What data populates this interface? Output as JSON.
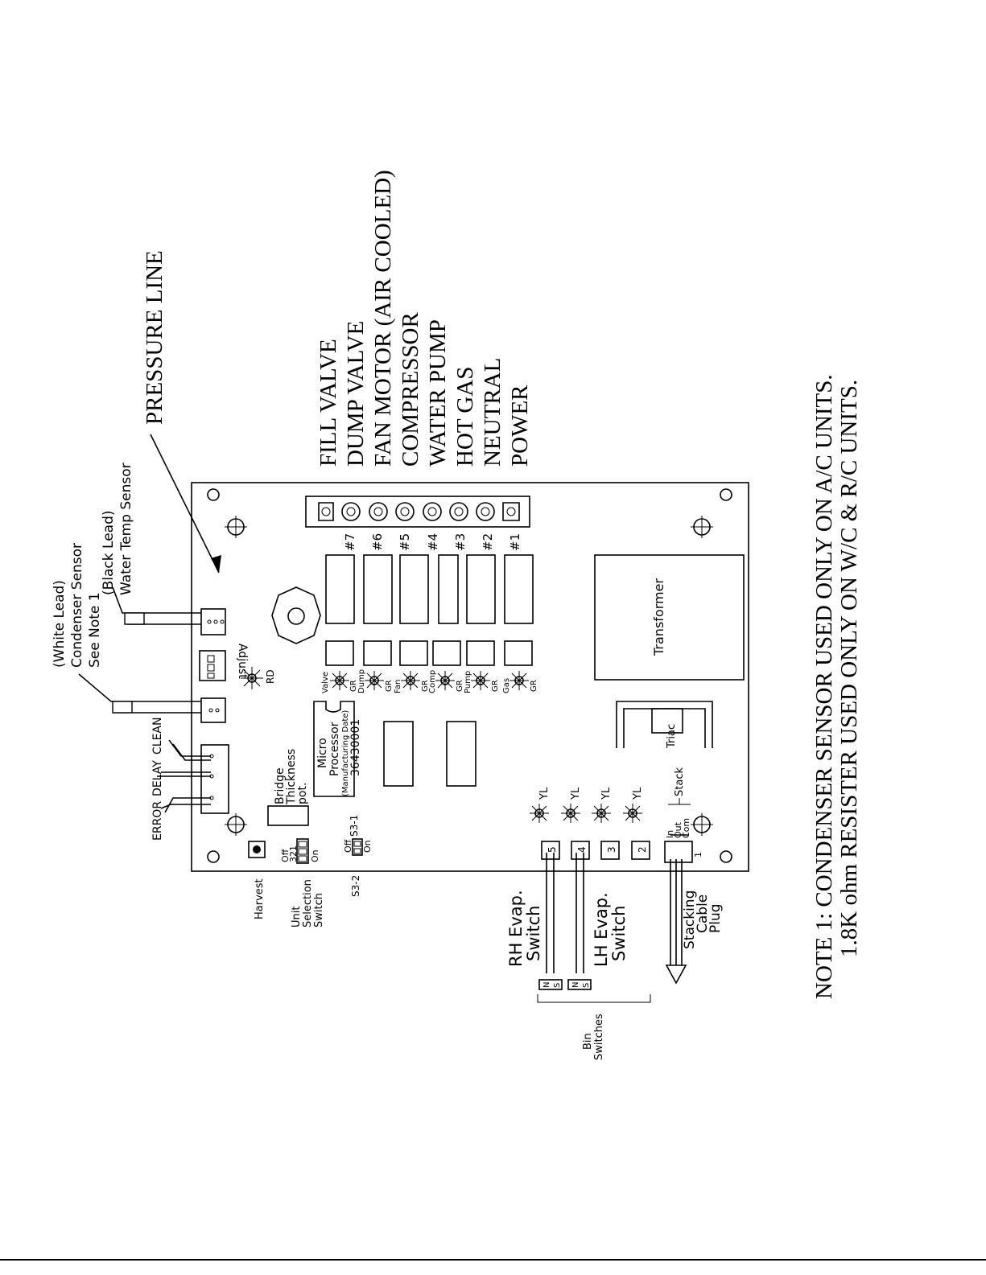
{
  "labels": {
    "pressure_line": "PRESSURE LINE",
    "terminals": [
      "FILL VALVE",
      "DUMP VALVE",
      "FAN MOTOR (AIR COOLED)",
      "COMPRESSOR",
      "WATER PUMP",
      "HOT GAS",
      "NEUTRAL",
      "POWER"
    ],
    "note_line1": "NOTE 1: CONDENSER SENSOR USED ONLY ON A/C UNITS.",
    "note_line2": "1.8K ohm RESISTER USED ONLY ON W/C & R/C UNITS.",
    "white_lead": [
      "(White Lead)",
      "Condenser Sensor",
      "See Note 1"
    ],
    "black_lead": [
      "(Black Lead)",
      "Water Temp Sensor"
    ],
    "relay_numbers": [
      "#7",
      "#6",
      "#5",
      "#4",
      "#3",
      "#2",
      "#1"
    ],
    "transformer": "Transformer",
    "triac": "Triac",
    "adjust": "Adjust",
    "rd": "RD",
    "led_labels": [
      "Valve",
      "Dump",
      "Fan",
      "Comp",
      "Pump",
      "Gas"
    ],
    "gr": "GR",
    "yl": "YL",
    "micro": [
      "Micro",
      "Processor",
      "(Manufacturing Date)",
      "36430001"
    ],
    "bridge": [
      "Bridge",
      "Thickness",
      "pot."
    ],
    "error": "ERROR",
    "delay": "DELAY",
    "clean": "CLEAN",
    "off": "Off",
    "on": "On",
    "s3_1": "S3-1",
    "s3_2": "S3-2",
    "switch_nums": "321",
    "harvest": "Harvest",
    "unit_selection": [
      "Unit",
      "Selection",
      "Switch"
    ],
    "rh_evap": [
      "RH Evap.",
      "Switch"
    ],
    "lh_evap": [
      "LH Evap.",
      "Switch"
    ],
    "bin_switches": [
      "Bin",
      "Switches"
    ],
    "stacking": [
      "Stacking",
      "Cable",
      "Plug"
    ],
    "stack": "Stack",
    "in_out_com": [
      "In",
      "Out",
      "Com"
    ],
    "one": "1",
    "bin_nums": [
      "5",
      "4",
      "3",
      "2"
    ],
    "n": "N",
    "s": "S"
  }
}
